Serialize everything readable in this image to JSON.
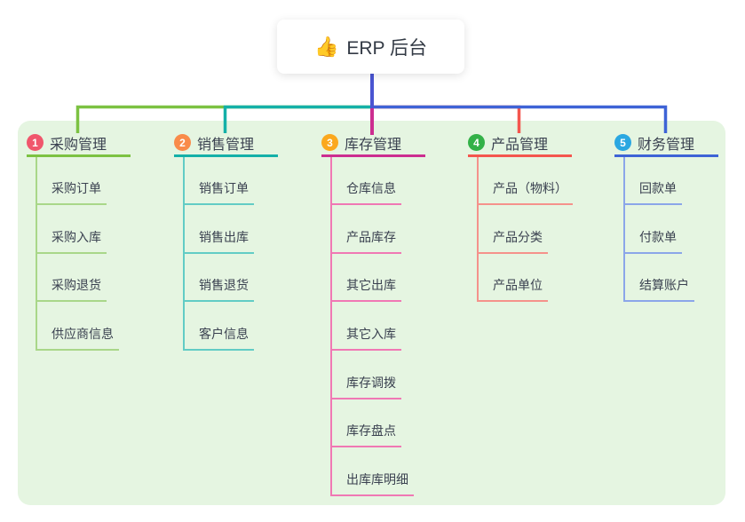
{
  "root": {
    "icon": "👍",
    "title": "ERP 后台",
    "line_color": "#4A55D2"
  },
  "branches": [
    {
      "badge": "1",
      "title": "采购管理",
      "colors": {
        "badge": "#F0566C",
        "line": "#7CC242",
        "child_line": "#A9D789"
      },
      "children": [
        "采购订单",
        "采购入库",
        "采购退货",
        "供应商信息"
      ]
    },
    {
      "badge": "2",
      "title": "销售管理",
      "colors": {
        "badge": "#F98B4A",
        "line": "#14B0A8",
        "child_line": "#62CCC5"
      },
      "children": [
        "销售订单",
        "销售出库",
        "销售退货",
        "客户信息"
      ]
    },
    {
      "badge": "3",
      "title": "库存管理",
      "colors": {
        "badge": "#FBA81E",
        "line": "#CC2E90",
        "child_line": "#F078B4"
      },
      "children": [
        "仓库信息",
        "产品库存",
        "其它出库",
        "其它入库",
        "库存调拨",
        "库存盘点",
        "出库库明细"
      ]
    },
    {
      "badge": "4",
      "title": "产品管理",
      "colors": {
        "badge": "#33B148",
        "line": "#F4564E",
        "child_line": "#F5928B"
      },
      "children": [
        "产品（物料）",
        "产品分类",
        "产品单位"
      ]
    },
    {
      "badge": "5",
      "title": "财务管理",
      "colors": {
        "badge": "#2AA7E1",
        "line": "#3E63D6",
        "child_line": "#8BA6E9"
      },
      "children": [
        "回款单",
        "付款单",
        "结算账户"
      ]
    }
  ],
  "panel_color": "#E5F5E1"
}
